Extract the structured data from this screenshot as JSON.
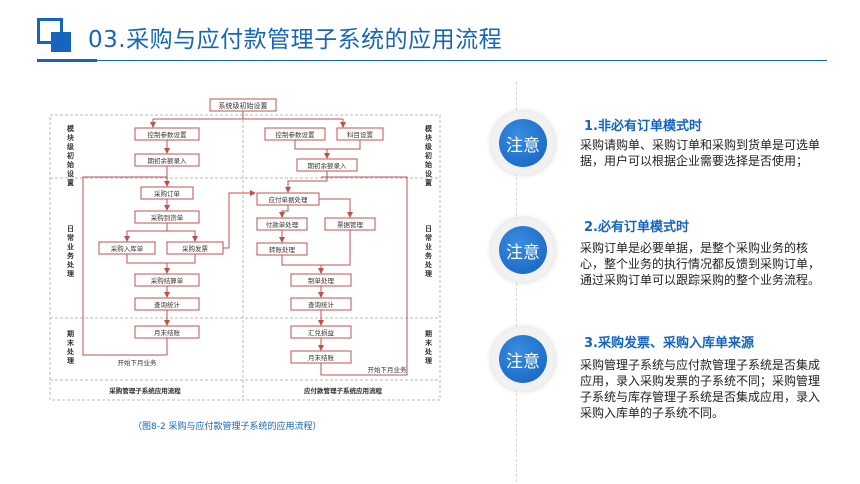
{
  "header": {
    "title": "03.采购与应付款管理子系统的应用流程"
  },
  "diagram": {
    "top_node": "系统级初始设置",
    "left_rows": [
      "模块级初始设置",
      "日常业务处理",
      "期末处理"
    ],
    "right_rows": [
      "模块级初始设置",
      "日常业务处理",
      "期末处理"
    ],
    "purchase_nodes": {
      "control": "控制参数设置",
      "init_balance": "期初余额录入",
      "order": "采购订单",
      "arrival": "采购到货单",
      "stock_in": "采购入库单",
      "invoice": "采购发票",
      "settle": "采购结算单",
      "query": "查询统计",
      "month_end": "月末结账",
      "next_month": "开始下月业务"
    },
    "payable_nodes": {
      "control": "控制参数设置",
      "subject": "科目设置",
      "init_balance": "期初余额录入",
      "doc_process": "应付单据处理",
      "payment": "付款单处理",
      "bill": "票据管理",
      "transfer": "转账处理",
      "voucher": "制单处理",
      "query": "查询统计",
      "exchange": "汇兑损益",
      "month_end": "月末结账",
      "next_month": "开始下月业务"
    },
    "footer_left": "采购管理子系统应用流程",
    "footer_right": "应付款管理子系统应用流程"
  },
  "caption": "（图8-2  采购与应付款管理子系统的应用流程）",
  "notes": [
    {
      "badge": "注意",
      "title": "1.非必有订单模式时",
      "text": "采购请购单、采购订单和采购到货单是可选单据，用户可以根据企业需要选择是否使用；"
    },
    {
      "badge": "注意",
      "title": "2.必有订单模式时",
      "text": "采购订单是必要单据，是整个采购业务的核心，整个业务的执行情况都反馈到采购订单，通过采购订单可以跟踪采购的整个业务流程。"
    },
    {
      "badge": "注意",
      "title": "3.采购发票、采购入库单来源",
      "text": "采购管理子系统与应付款管理子系统是否集成应用，录入采购发票的子系统不同；采购管理子系统与库存管理子系统是否集成应用，录入采购入库单的子系统不同。"
    }
  ],
  "colors": {
    "accent": "#1565c0",
    "node_border": "#c0504d"
  }
}
